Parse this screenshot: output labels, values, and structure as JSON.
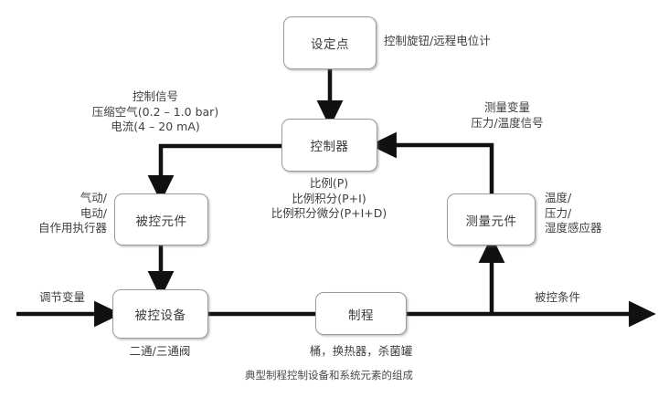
{
  "diagram": {
    "caption": "典型制程控制设备和系统元素的组成",
    "nodes": {
      "setpoint": "设定点",
      "controller": "控制器",
      "controlled_element": "被控元件",
      "controlled_device": "被控设备",
      "process": "制程",
      "measuring_element": "测量元件"
    },
    "labels": {
      "setpoint_note": "控制旋钮/远程电位计",
      "control_signal": "控制信号\n压缩空气(0.2 – 1.0 bar)\n电流(4 – 20 mA)",
      "controller_modes": "比例(P)\n比例积分(P+I)\n比例积分微分(P+I+D)",
      "actuator_note": "气动/\n电动/\n自作用执行器",
      "valve_note": "二通/三通阀",
      "manipulated_variable": "调节变量",
      "process_note": "桶，换热器，杀菌罐",
      "controlled_condition": "被控条件",
      "measured_variable": "测量变量\n压力/温度信号",
      "sensor_note": "温度/\n压力/\n湿度感应器"
    }
  }
}
